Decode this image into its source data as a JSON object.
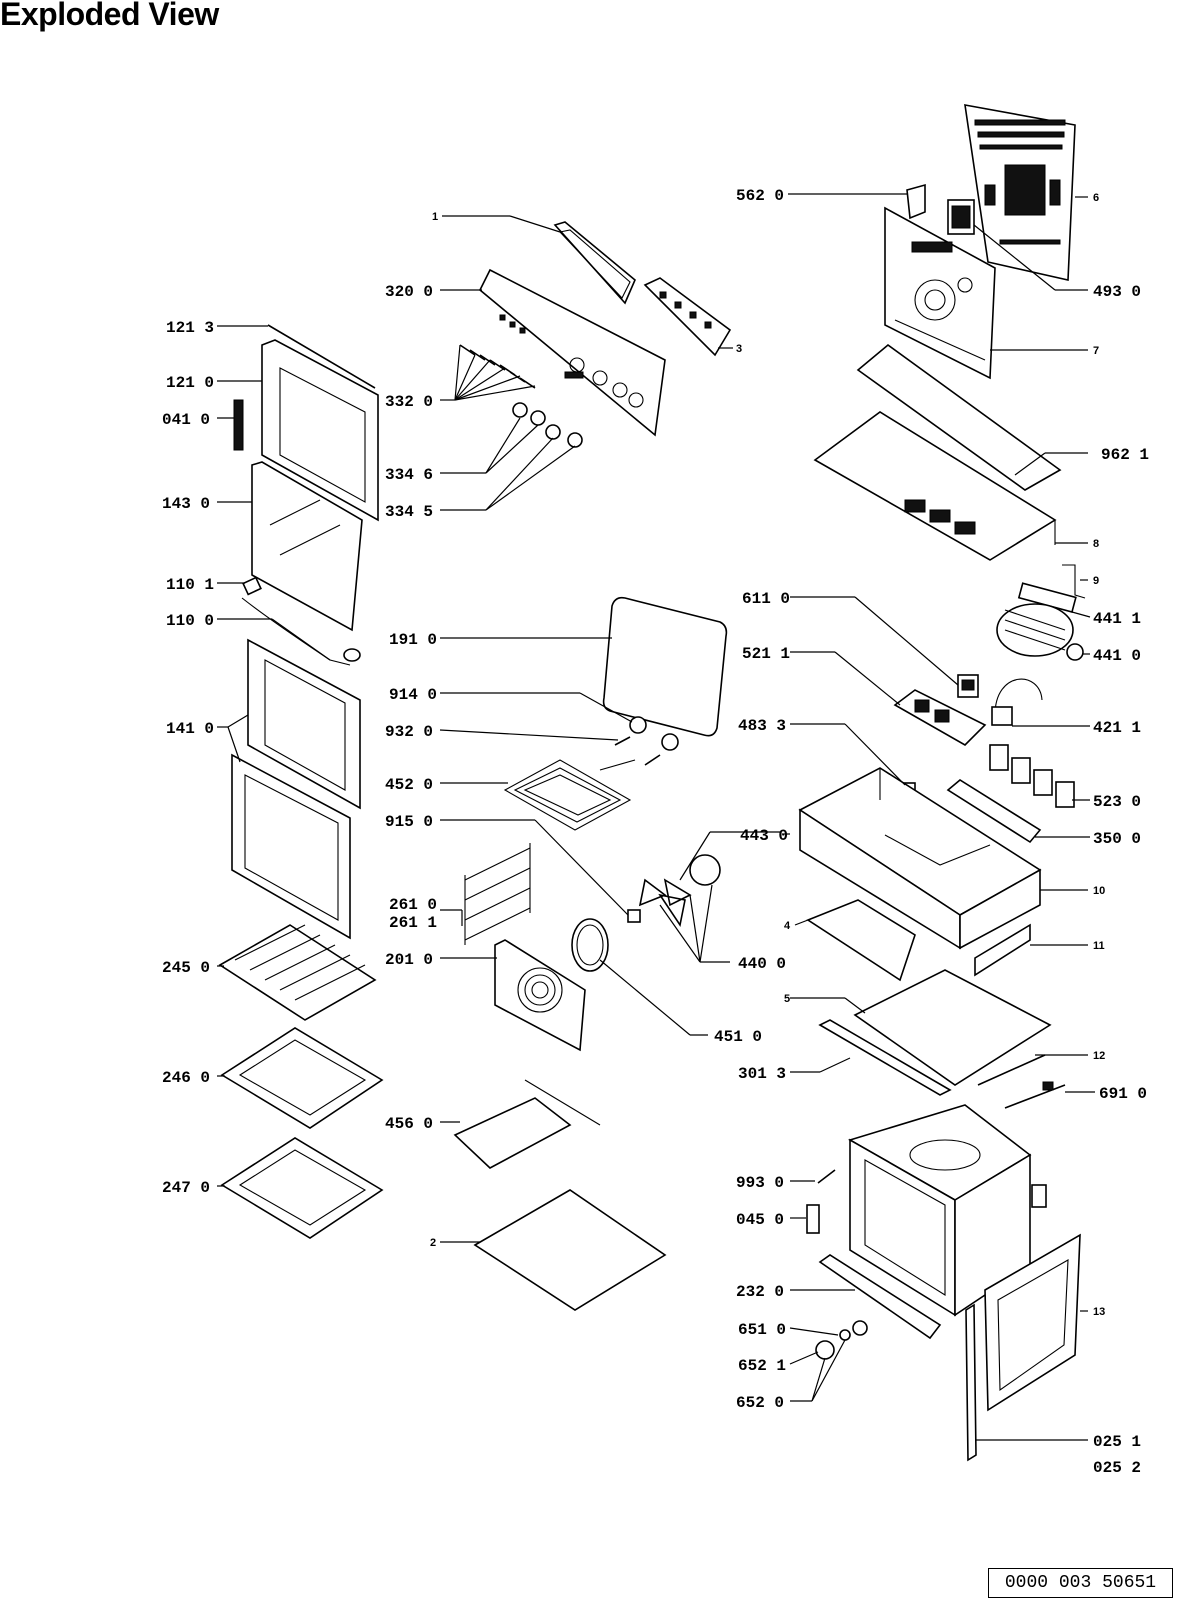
{
  "title": "Exploded View",
  "doc_ref": "0000 003 50651",
  "labels": {
    "l562_0": "562 0",
    "l6": "6",
    "l493_0": "493 0",
    "l1": "1",
    "l320_0": "320 0",
    "l3": "3",
    "l7": "7",
    "l121_3": "121 3",
    "l121_0": "121 0",
    "l041_0": "041 0",
    "l332_0": "332 0",
    "l962_1": "962 1",
    "l334_6": "334 6",
    "l334_5": "334 5",
    "l143_0": "143 0",
    "l8": "8",
    "l9": "9",
    "l110_1": "110 1",
    "l110_0": "110 0",
    "l611_0": "611 0",
    "l441_1": "441 1",
    "l191_0": "191 0",
    "l521_1": "521 1",
    "l441_0": "441 0",
    "l914_0": "914 0",
    "l141_0": "141 0",
    "l932_0": "932 0",
    "l483_3": "483 3",
    "l421_1": "421 1",
    "l452_0": "452 0",
    "l523_0": "523 0",
    "l915_0": "915 0",
    "l443_0": "443 0",
    "l350_0": "350 0",
    "l10": "10",
    "l261_0": "261 0",
    "l261_1": "261 1",
    "l4": "4",
    "l11": "11",
    "l245_0": "245 0",
    "l201_0": "201 0",
    "l440_0": "440 0",
    "l5": "5",
    "l451_0": "451 0",
    "l301_3": "301 3",
    "l246_0": "246 0",
    "l12": "12",
    "l691_0": "691 0",
    "l456_0": "456 0",
    "l993_0": "993 0",
    "l247_0": "247 0",
    "l045_0": "045 0",
    "l2": "2",
    "l232_0": "232 0",
    "l13": "13",
    "l651_0": "651 0",
    "l652_1": "652 1",
    "l652_0": "652 0",
    "l025_1": "025 1",
    "l025_2": "025 2"
  }
}
